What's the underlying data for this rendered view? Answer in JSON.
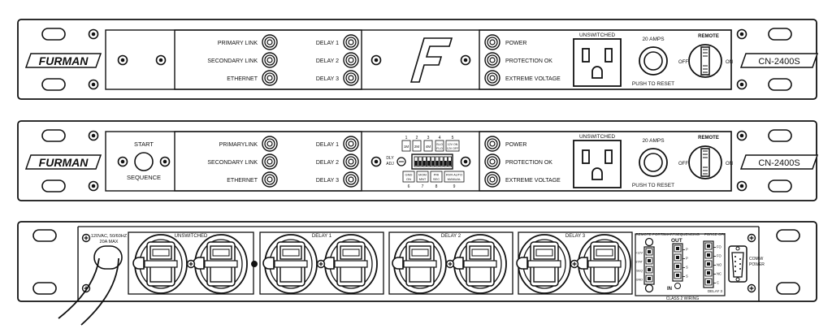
{
  "brand": {
    "logo": "FURMAN",
    "model_a": "CN-2400S",
    "model_b": "CN-2400S"
  },
  "unit_a": {
    "primary_link": "PRIMARY LINK",
    "secondary_link": "SECONDARY LINK",
    "ethernet": "ETHERNET",
    "delay1": "DELAY 1",
    "delay2": "DELAY 2",
    "delay3": "DELAY 3",
    "center_logo": "F",
    "power": "POWER",
    "protection_ok": "PROTECTION OK",
    "extreme_voltage": "EXTREME VOLTAGE",
    "unswitched": "UNSWITCHED",
    "amps": "20 AMPS",
    "push_to_reset": "PUSH TO RESET",
    "remote": "REMOTE",
    "off": "OFF",
    "on": "ON"
  },
  "unit_b": {
    "start": "START",
    "sequence": "SEQUENCE",
    "primary_link": "PRIMARYLINK",
    "secondary_link": "SECONDARY LINK",
    "ethernet": "ETHERNET",
    "delay1": "DELAY 1",
    "delay2": "DELAY 2",
    "delay3": "DELAY 3",
    "dly": "DLY",
    "adj": "ADJ",
    "dip_top": [
      "1",
      "2",
      "3",
      "4",
      "5"
    ],
    "dip_top_labels": [
      "1M",
      "2M",
      "4M",
      "SLO FLO",
      "12V ON 12V OFF"
    ],
    "dip_bottom": [
      "6",
      "7",
      "8",
      "9"
    ],
    "dip_bottom_labels": [
      "GND ON",
      "MOM MNT",
      "PRI SEC",
      "RVR AUTO MANUAL"
    ],
    "power": "POWER",
    "protection_ok": "PROTECTION OK",
    "extreme_voltage": "EXTREME VOLTAGE",
    "unswitched": "UNSWITCHED",
    "amps": "20 AMPS",
    "push_to_reset": "PUSH TO RESET",
    "remote": "REMOTE",
    "off": "OFF",
    "on": "ON"
  },
  "rear": {
    "input_rating_1": "120VAC, 50/60HZ",
    "input_rating_2": "20A MAX",
    "unswitched": "UNSWITCHED",
    "delay1": "DELAY 1",
    "delay2": "DELAY 2",
    "delay3": "DELAY 3",
    "remote_port": "REMOTE PORT",
    "smart_seq": "SMARTSEQUENCING",
    "out": "OUT",
    "in": "IN",
    "force_off": "FORCE OFF",
    "port_pins": [
      "+12V",
      "STAT",
      "SEQ",
      "GND"
    ],
    "seq_pins": [
      "P",
      "P",
      "S",
      "S"
    ],
    "force_pins": [
      "FO",
      "FO",
      "NO",
      "NC",
      "C"
    ],
    "comm_power": "COMM/ POWER",
    "delay_3": "DELAY 3",
    "class2": "CLASS 2 WIRING"
  }
}
